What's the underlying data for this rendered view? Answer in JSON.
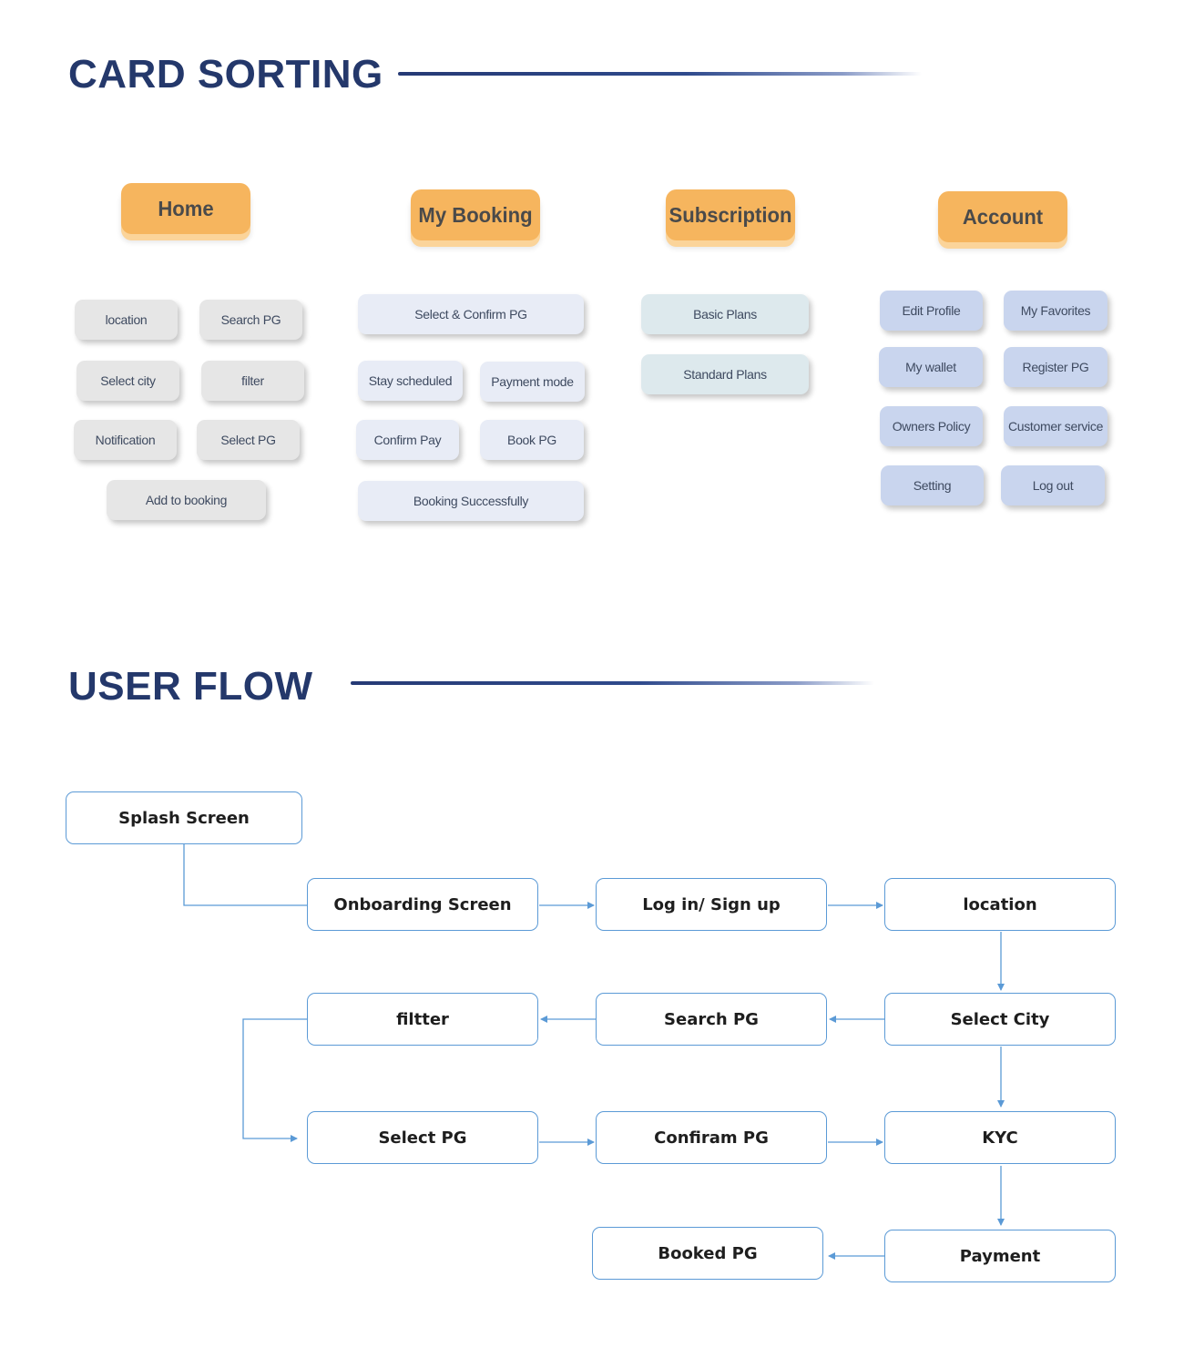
{
  "card_sorting": {
    "title": "CARD SORTING",
    "categories": [
      {
        "label": "Home",
        "cards": [
          "location",
          "Search PG",
          "Select city",
          "filter",
          "Notification",
          "Select PG",
          "Add to booking"
        ]
      },
      {
        "label": "My Booking",
        "cards": [
          "Select & Confirm PG",
          "Stay scheduled",
          "Payment mode",
          "Confirm Pay",
          "Book PG",
          "Booking Successfully"
        ]
      },
      {
        "label": "Subscription",
        "cards": [
          "Basic Plans",
          "Standard Plans"
        ]
      },
      {
        "label": "Account",
        "cards": [
          "Edit Profile",
          "My Favorites",
          "My wallet",
          "Register PG",
          "Owners Policy",
          "Customer service",
          "Setting",
          "Log out"
        ]
      }
    ]
  },
  "user_flow": {
    "title": "USER FLOW",
    "nodes": {
      "splash": "Splash Screen",
      "onboarding": "Onboarding Screen",
      "login": "Log in/ Sign up",
      "location": "location",
      "select_city": "Select City",
      "search_pg": "Search PG",
      "filter": "filtter",
      "select_pg": "Select PG",
      "confirm_pg": "Confiram PG",
      "kyc": "KYC",
      "payment": "Payment",
      "booked_pg": "Booked PG"
    }
  },
  "colors": {
    "title": "#24386b",
    "category": "#f6b55e",
    "flow_line": "#5b9ad6"
  }
}
